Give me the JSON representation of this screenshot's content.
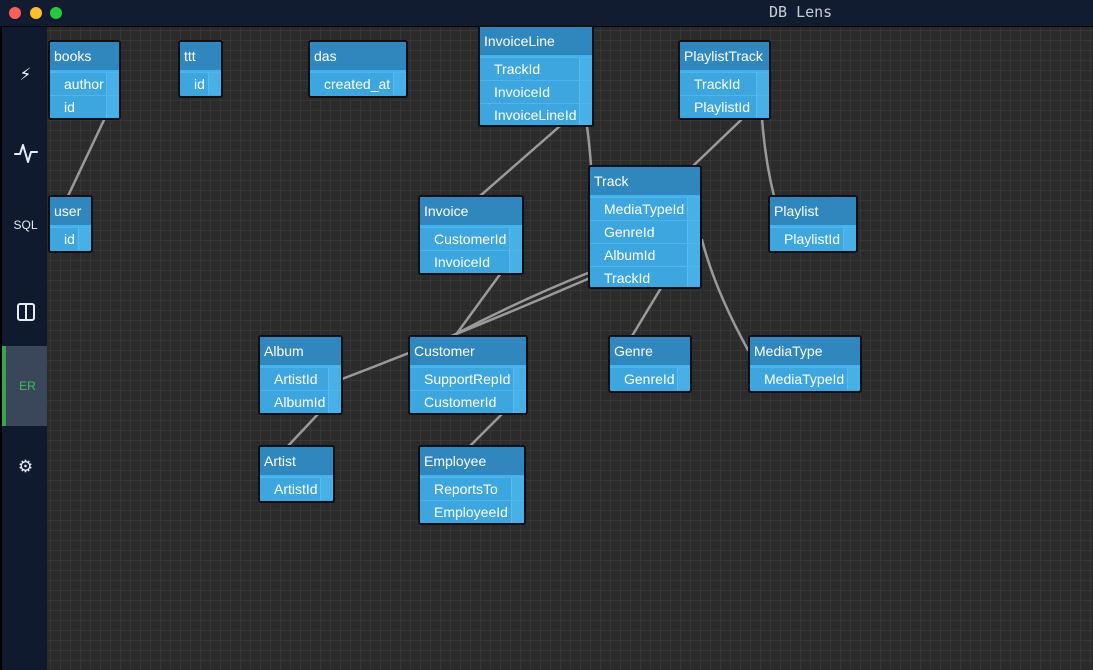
{
  "app": {
    "title": "DB Lens"
  },
  "sidebar": {
    "items": [
      {
        "key": "quick",
        "icon": "lightning-icon",
        "label": ""
      },
      {
        "key": "activity",
        "icon": "activity-icon",
        "label": ""
      },
      {
        "key": "sql",
        "icon": "",
        "label": "SQL"
      },
      {
        "key": "layout",
        "icon": "split-view-icon",
        "label": ""
      },
      {
        "key": "er",
        "icon": "",
        "label": "ER"
      },
      {
        "key": "settings",
        "icon": "gear-icon",
        "label": ""
      }
    ]
  },
  "tables": {
    "books": {
      "name": "books",
      "columns": [
        "author",
        "id"
      ]
    },
    "ttt": {
      "name": "ttt",
      "columns": [
        "id"
      ]
    },
    "das": {
      "name": "das",
      "columns": [
        "created_at"
      ]
    },
    "InvoiceLine": {
      "name": "InvoiceLine",
      "columns": [
        "TrackId",
        "InvoiceId",
        "InvoiceLineId"
      ]
    },
    "PlaylistTrack": {
      "name": "PlaylistTrack",
      "columns": [
        "TrackId",
        "PlaylistId"
      ]
    },
    "user": {
      "name": "user",
      "columns": [
        "id"
      ]
    },
    "Invoice": {
      "name": "Invoice",
      "columns": [
        "CustomerId",
        "InvoiceId"
      ]
    },
    "Track": {
      "name": "Track",
      "columns": [
        "MediaTypeId",
        "GenreId",
        "AlbumId",
        "TrackId"
      ]
    },
    "Playlist": {
      "name": "Playlist",
      "columns": [
        "PlaylistId"
      ]
    },
    "Album": {
      "name": "Album",
      "columns": [
        "ArtistId",
        "AlbumId"
      ]
    },
    "Customer": {
      "name": "Customer",
      "columns": [
        "SupportRepId",
        "CustomerId"
      ]
    },
    "Genre": {
      "name": "Genre",
      "columns": [
        "GenreId"
      ]
    },
    "MediaType": {
      "name": "MediaType",
      "columns": [
        "MediaTypeId"
      ]
    },
    "Artist": {
      "name": "Artist",
      "columns": [
        "ArtistId"
      ]
    },
    "Employee": {
      "name": "Employee",
      "columns": [
        "ReportsTo",
        "EmployeeId"
      ]
    }
  },
  "colors": {
    "header": "#2f87bd",
    "column": "#3ea6df",
    "edge": "#9a9a9a",
    "active_nav": "#3fbf55"
  }
}
